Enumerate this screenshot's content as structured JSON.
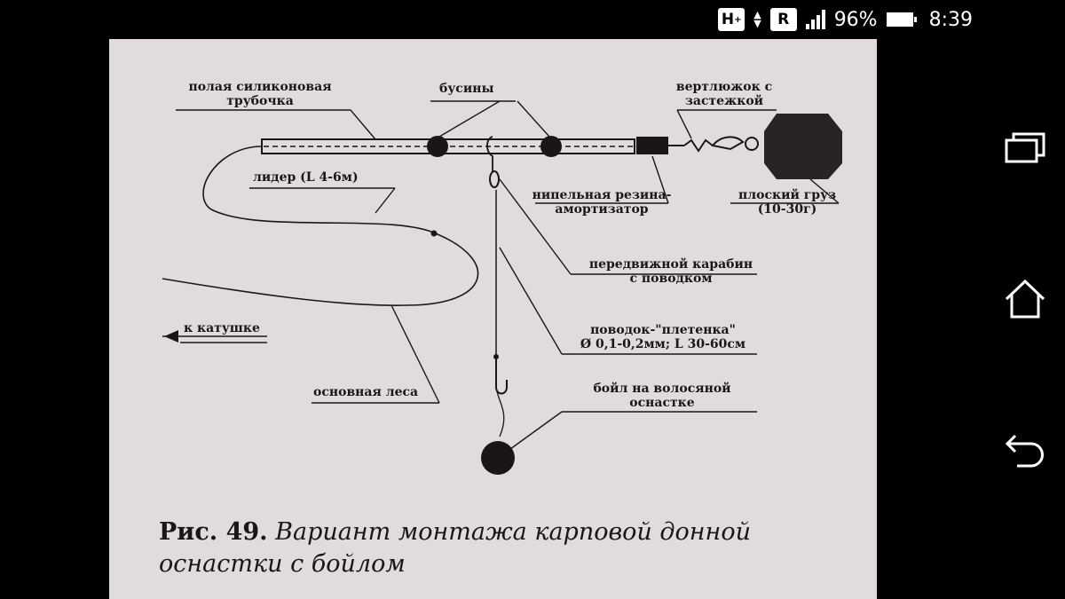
{
  "status_bar": {
    "network": "H",
    "network_plus": "+",
    "roaming": "R",
    "battery": "96%",
    "time": "8:39"
  },
  "nav": {
    "recents_icon": "recents-icon",
    "home_icon": "home-icon",
    "back_icon": "back-icon"
  },
  "figure": {
    "labels": {
      "tube": "полая силиконовая\nтрубочка",
      "beads": "бусины",
      "swivel": "вертлюжок с\nзастежкой",
      "leader": "лидер   (L 4-6м)",
      "rubber": "нипельная резина-\nамортизатор",
      "weight": "плоский груз\n(10-30г)",
      "carabiner": "передвижной карабин\nс поводком",
      "hooklink": "поводок-\"плетенка\"\nØ 0,1-0,2мм; L 30-60см",
      "to_reel": "к катушке",
      "main_line": "основная леса",
      "boilie": "бойл на волосяной\nоснастке"
    },
    "caption_number": "Рис. 49.",
    "caption_text": "Вариант монтажа карповой донной оснастки с бойлом"
  },
  "colors": {
    "page": "#e2dbdb",
    "ink": "#1b1616",
    "background": "#000000"
  }
}
